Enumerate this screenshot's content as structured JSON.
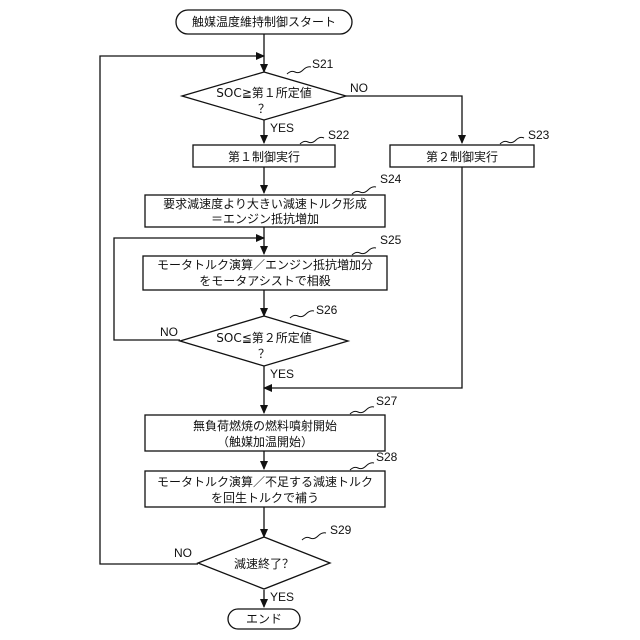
{
  "start": "触媒温度維持制御スタート",
  "end": "エンド",
  "steps": {
    "s21": {
      "id": "S21",
      "line1": "SOC≧第１所定値",
      "line2": "？"
    },
    "s22": {
      "id": "S22",
      "text": "第１制御実行"
    },
    "s23": {
      "id": "S23",
      "text": "第２制御実行"
    },
    "s24": {
      "id": "S24",
      "line1": "要求減速度より大きい減速トルク形成",
      "line2": "＝エンジン抵抗増加"
    },
    "s25": {
      "id": "S25",
      "line1": "モータトルク演算／エンジン抵抗増加分",
      "line2": "をモータアシストで相殺"
    },
    "s26": {
      "id": "S26",
      "line1": "SOC≦第２所定値",
      "line2": "？"
    },
    "s27": {
      "id": "S27",
      "line1": "無負荷燃焼の燃料噴射開始",
      "line2": "（触媒加温開始）"
    },
    "s28": {
      "id": "S28",
      "line1": "モータトルク演算／不足する減速トルク",
      "line2": "を回生トルクで補う"
    },
    "s29": {
      "id": "S29",
      "text": "減速終了？"
    }
  },
  "branch_labels": {
    "s21_yes": "YES",
    "s21_no": "NO",
    "s26_yes": "YES",
    "s26_no": "NO",
    "s29_yes": "YES",
    "s29_no": "NO"
  }
}
